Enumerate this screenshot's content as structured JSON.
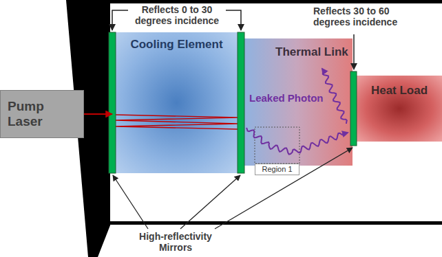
{
  "diagram": {
    "nodes": [
      {
        "text": [
          "Pump Laser"
        ]
      },
      {
        "text": [
          "Cooling Element"
        ]
      },
      {
        "text": [
          "Thermal Link"
        ]
      },
      {
        "text": [
          "Heat Load"
        ]
      },
      {
        "text": [
          "Region 1"
        ]
      }
    ],
    "edges": [
      {
        "from": 0,
        "to": 1,
        "arrow": "to"
      }
    ],
    "labels": [
      "Reflects 0 to 30 degrees incidence",
      "Reflects 30 to 60 degrees incidence",
      "Leaked Photon",
      "High-reflectivity Mirrors"
    ]
  }
}
